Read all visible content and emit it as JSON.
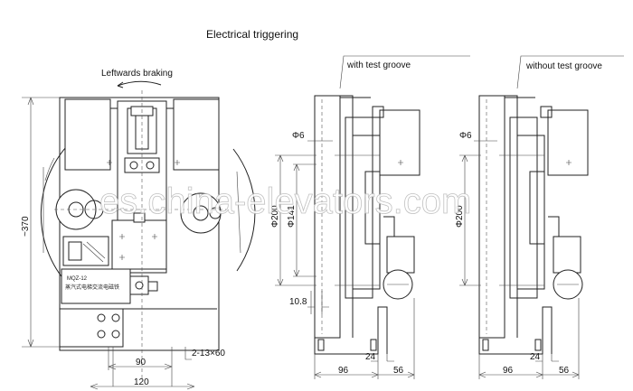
{
  "title": "Electrical triggering",
  "front_view": {
    "braking_label": "Leftwards braking",
    "height_dim": "~370",
    "dim_90": "90",
    "dim_120": "120",
    "hole_dim": "2-13×60",
    "nameplate_model": "MQZ-12",
    "nameplate_text": "蒸汽式电梯交流电磁铁"
  },
  "side_view_1": {
    "caption": "with test groove",
    "phi6": "Φ6",
    "phi200": "Φ200",
    "phi141": "Φ141",
    "dim_10_8": "10.8",
    "dim_96": "96",
    "dim_24": "24",
    "dim_56": "56"
  },
  "side_view_2": {
    "caption": "without test groove",
    "phi6": "Φ6",
    "phi200": "Φ200",
    "dim_96": "96",
    "dim_24": "24",
    "dim_56": "56"
  },
  "watermark": "es.china-elevators.com"
}
